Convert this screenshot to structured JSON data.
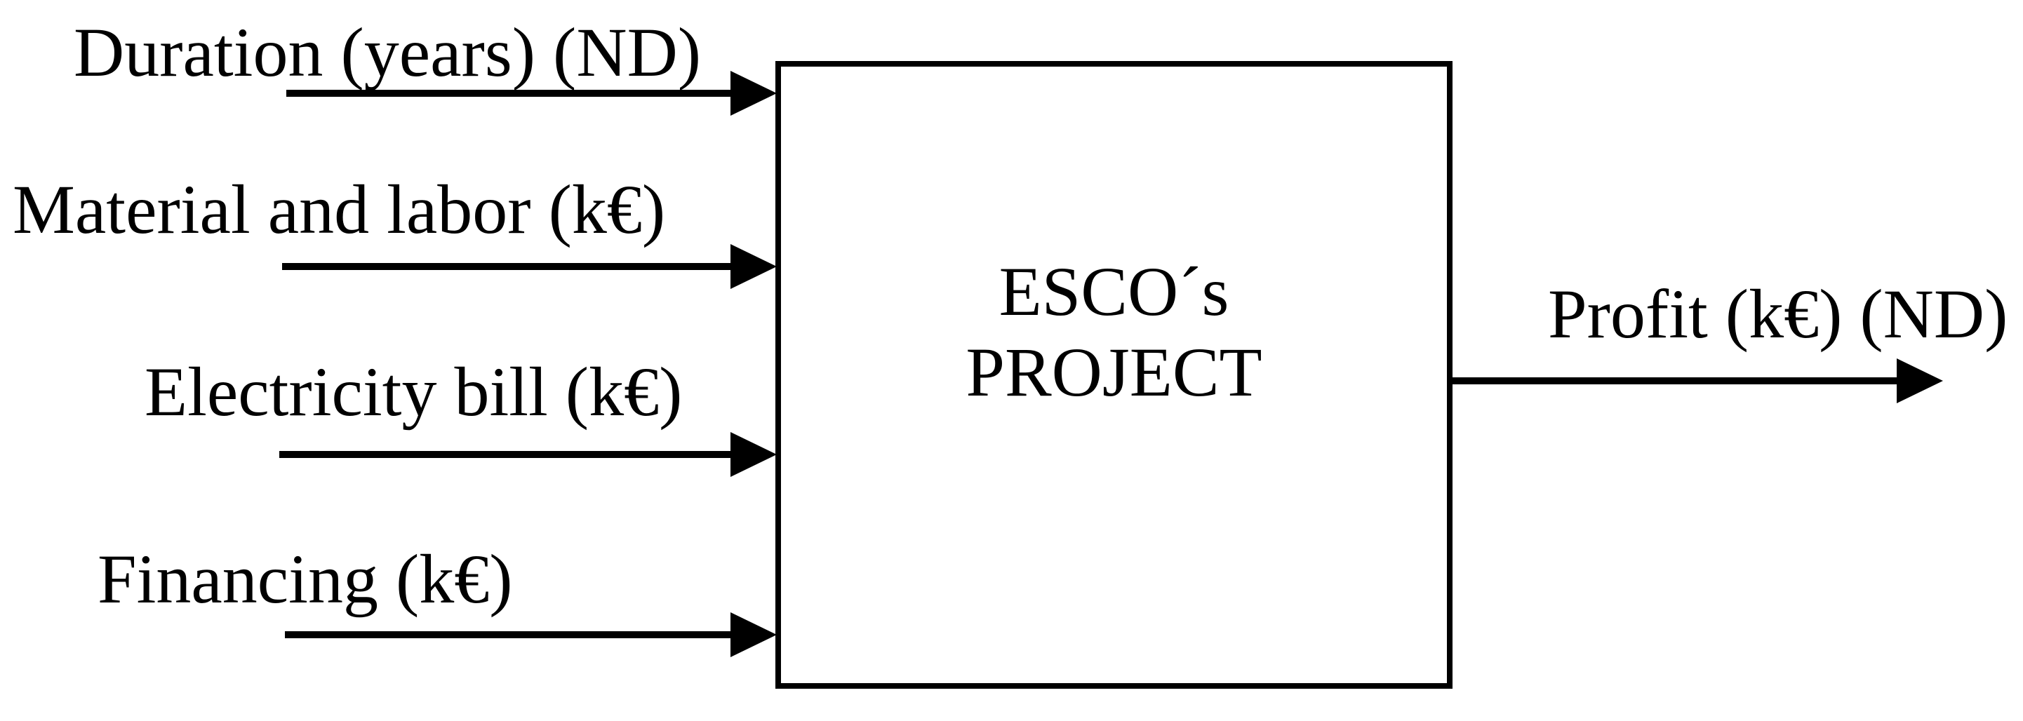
{
  "diagram": {
    "node": {
      "line1": "ESCO´s",
      "line2": "PROJECT"
    },
    "inputs": [
      {
        "label": "Duration (years) (ND)"
      },
      {
        "label": "Material and labor (k€)"
      },
      {
        "label": "Electricity bill (k€)"
      },
      {
        "label": "Financing (k€)"
      }
    ],
    "output": {
      "label": "Profit (k€) (ND)"
    },
    "colors": {
      "stroke": "#000000",
      "text": "#000000",
      "background": "#ffffff"
    }
  }
}
